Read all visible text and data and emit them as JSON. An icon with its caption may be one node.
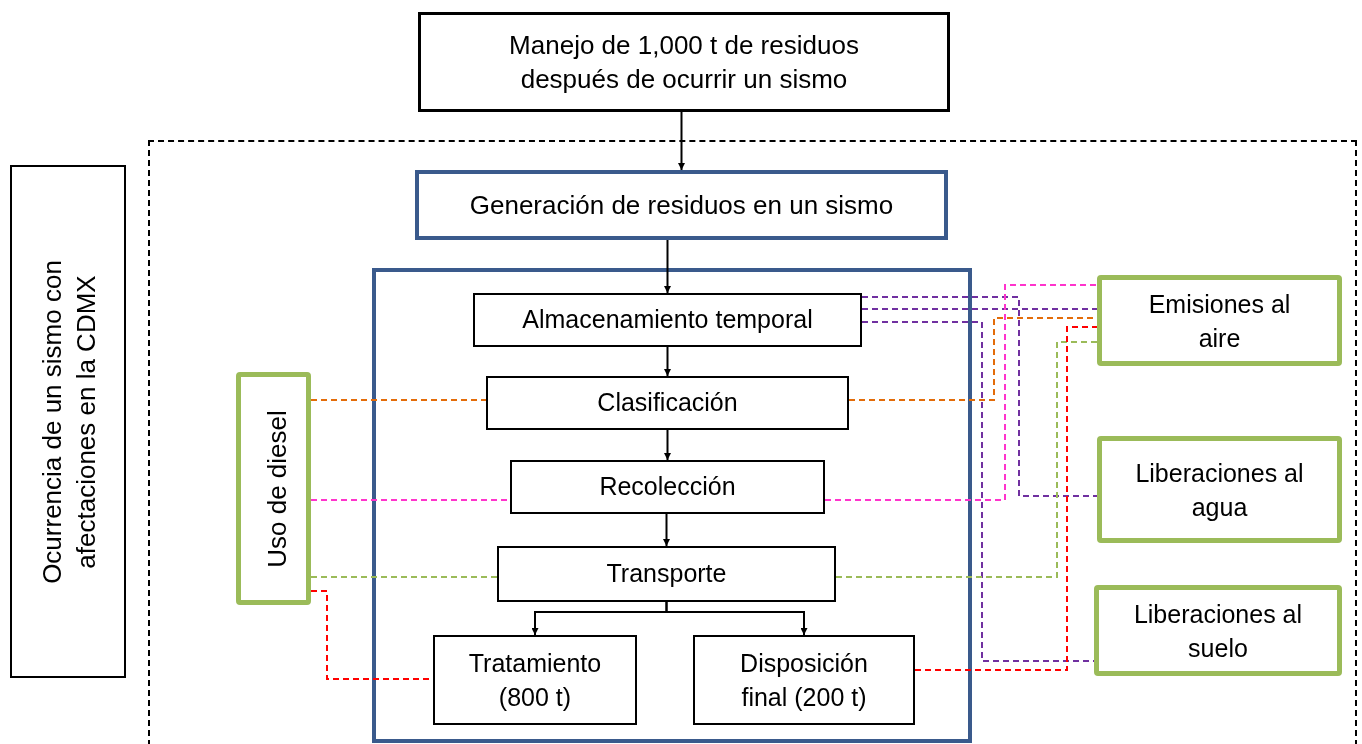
{
  "diagram": {
    "nodes": [
      {
        "text": [
          "Manejo de 1,000 t de residuos después de ocurrir un sismo"
        ]
      },
      {
        "text": [
          "Ocurrencia de un sismo con afectaciones en la CDMX"
        ]
      },
      {
        "text": [],
        "shape": "box"
      },
      {
        "text": [
          "Generación de residuos en un sismo"
        ],
        "in": 2
      },
      {
        "text": [],
        "shape": "box",
        "in": 2
      },
      {
        "text": [
          "Almacenamiento temporal"
        ],
        "in": 4
      },
      {
        "text": [
          "Clasificación"
        ],
        "in": 4
      },
      {
        "text": [
          "Recolección"
        ],
        "in": 4
      },
      {
        "text": [
          "Transporte"
        ],
        "in": 4
      },
      {
        "text": [
          "Tratamiento (800 t)"
        ],
        "in": 4
      },
      {
        "text": [
          "Disposición final (200 t)"
        ],
        "in": 4
      },
      {
        "text": [
          "Uso de diesel"
        ],
        "in": 2
      },
      {
        "text": [
          "Emisiones al aire"
        ],
        "in": 2
      },
      {
        "text": [
          "Liberaciones al agua"
        ],
        "in": 2
      },
      {
        "text": [
          "Liberaciones al suelo"
        ],
        "in": 2
      }
    ],
    "edges": [
      {
        "from": 0,
        "to": 3,
        "arrow": "to"
      },
      {
        "from": 3,
        "to": 5,
        "arrow": "to"
      },
      {
        "from": 5,
        "to": 6,
        "arrow": "to"
      },
      {
        "from": 6,
        "to": 7,
        "arrow": "to"
      },
      {
        "from": 7,
        "to": 8,
        "arrow": "to"
      },
      {
        "from": 8,
        "to": 9,
        "arrow": "to"
      },
      {
        "from": 8,
        "to": 10,
        "arrow": "to"
      },
      {
        "from": 11,
        "to": 6,
        "arrow": "none",
        "style": "dashed",
        "color": "#e36c09"
      },
      {
        "from": 11,
        "to": 7,
        "arrow": "none",
        "style": "dashed",
        "color": "#ff33cc"
      },
      {
        "from": 11,
        "to": 8,
        "arrow": "none",
        "style": "dashed",
        "color": "#9bbb59"
      },
      {
        "from": 11,
        "to": 9,
        "arrow": "none",
        "style": "dashed",
        "color": "#ff0000"
      },
      {
        "from": 5,
        "to": 12,
        "arrow": "none",
        "style": "dashed",
        "color": "#7030a0"
      },
      {
        "from": 5,
        "to": 13,
        "arrow": "none",
        "style": "dashed",
        "color": "#7030a0"
      },
      {
        "from": 5,
        "to": 14,
        "arrow": "none",
        "style": "dashed",
        "color": "#7030a0"
      },
      {
        "from": 6,
        "to": 12,
        "arrow": "none",
        "style": "dashed",
        "color": "#e36c09"
      },
      {
        "from": 7,
        "to": 12,
        "arrow": "none",
        "style": "dashed",
        "color": "#ff33cc"
      },
      {
        "from": 8,
        "to": 12,
        "arrow": "none",
        "style": "dashed",
        "color": "#9bbb59"
      },
      {
        "from": 10,
        "to": 12,
        "arrow": "none",
        "style": "dashed",
        "color": "#ff0000"
      }
    ]
  }
}
